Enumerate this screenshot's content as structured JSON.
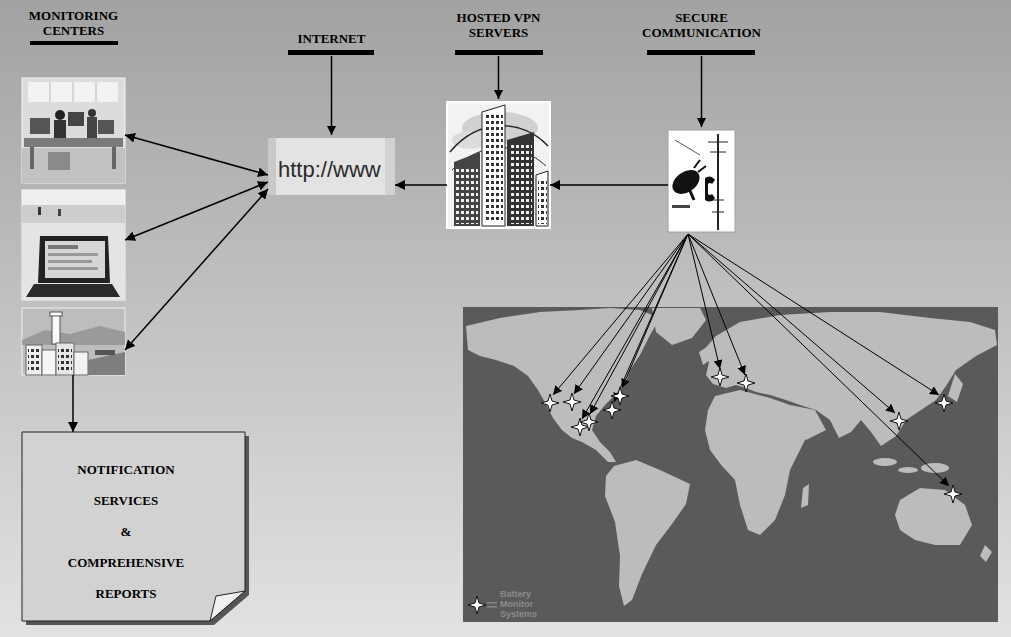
{
  "diagram": {
    "nodes": [
      {
        "text": [
          "MONITORING CENTERS"
        ]
      },
      {
        "text": [
          "INTERNET",
          "http://www"
        ]
      },
      {
        "text": [
          "HOSTED VPN SERVERS"
        ]
      },
      {
        "text": [
          "SECURE COMMUNICATION"
        ]
      },
      {
        "text": [
          "NOTIFICATION SERVICES & COMPREHENSIVE REPORTS"
        ]
      }
    ],
    "edges": [
      {
        "from": 1,
        "to": 0,
        "arrow": "both"
      },
      {
        "from": 1,
        "to": 0,
        "arrow": "both"
      },
      {
        "from": 1,
        "to": 0,
        "arrow": "both"
      },
      {
        "from": 0,
        "to": 4,
        "arrow": "to"
      },
      {
        "from": 3,
        "to": 2,
        "arrow": "to"
      },
      {
        "from": 2,
        "to": 1,
        "arrow": "to"
      }
    ],
    "legend": [
      {
        "text": "Battery Monitor Systems"
      }
    ]
  }
}
